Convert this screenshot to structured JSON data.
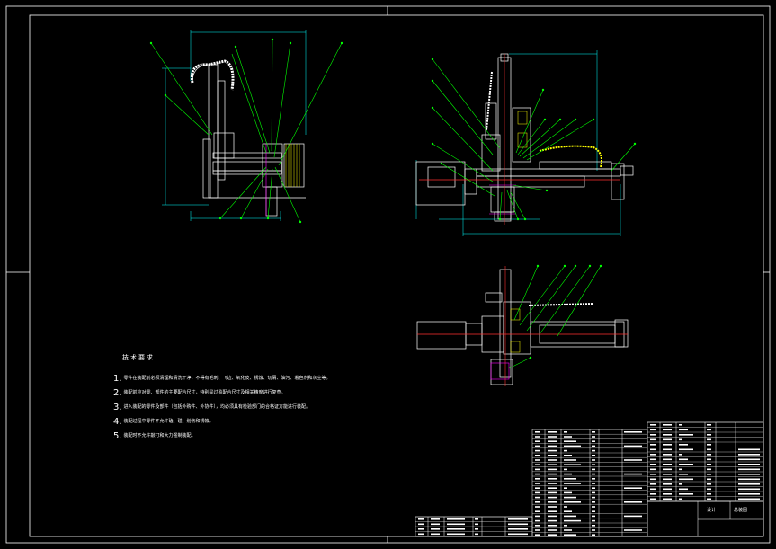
{
  "technical_requirements": {
    "title": "技术要求",
    "items": [
      {
        "num": "1.",
        "text": "零件在装配前必须清理和清洗干净，不得有毛刺、飞边、氧化皮、锈蚀、切屑、油污、着色剂和灰尘等。"
      },
      {
        "num": "2.",
        "text": "装配前应对零、部件的主要配合尺寸，特别是过盈配合尺寸及相关精度进行复查。"
      },
      {
        "num": "3.",
        "text": "进入装配的零件及部件（包括外购件、外协件），均必须具有检验部门的合格证方能进行装配。"
      },
      {
        "num": "4.",
        "text": "装配过程中零件不允许磕、碰、划伤和锈蚀。"
      },
      {
        "num": "5.",
        "text": "装配时不允许敲打和大力强制装配。"
      }
    ]
  },
  "title_block": {
    "drawing_name": "总装图",
    "designer_label": "设计"
  },
  "colors": {
    "background": "#000000",
    "frame": "#ffffff",
    "part_lines": "#ffffff",
    "leader_lines": "#00ff00",
    "dimension_lines": "#00ffff",
    "motor": "#ff3030",
    "hidden": "#ff00ff",
    "yellow": "#ffff00"
  }
}
